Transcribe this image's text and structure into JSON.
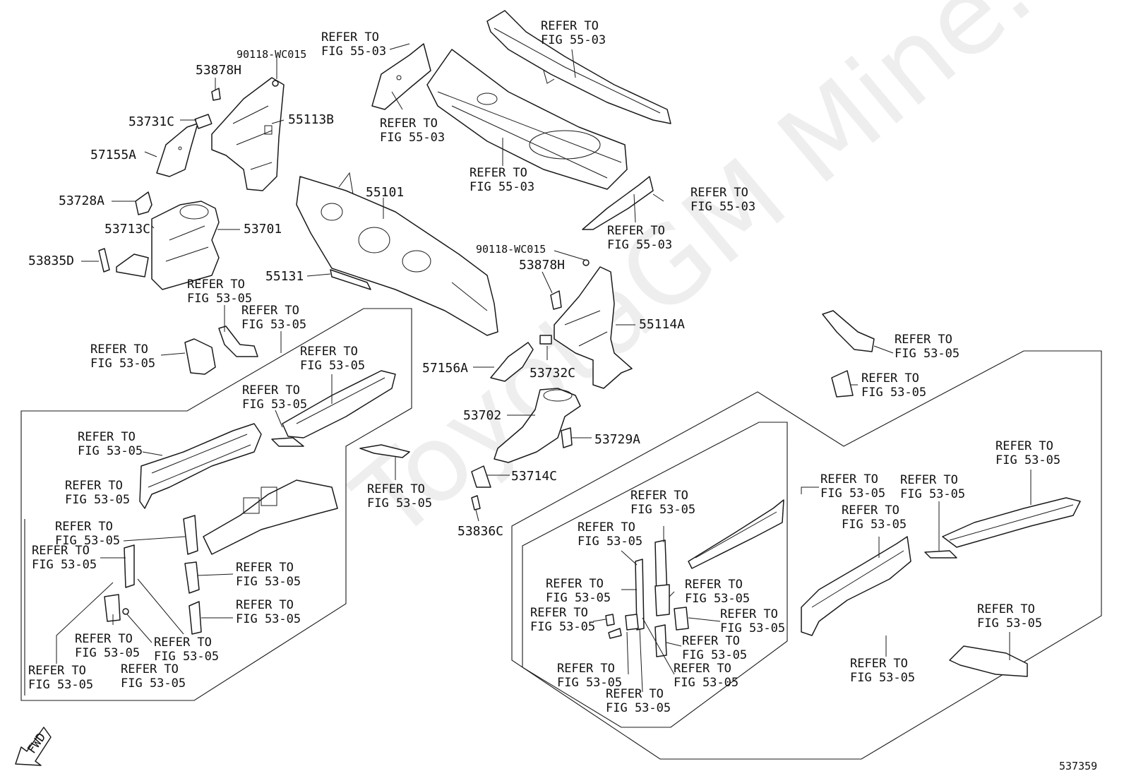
{
  "watermark": "ToyotaGM Mine.ru",
  "diagram_id": "537359",
  "fwd": "FWD",
  "refer": {
    "l1": "REFER TO",
    "f5303": "FIG 55-03",
    "f5305": "FIG 53-05"
  },
  "parts": {
    "p53878H_a": "53878H",
    "p90118_a": "90118-WC015",
    "p53731C": "53731C",
    "p55113B": "55113B",
    "p57155A": "57155A",
    "p53728A": "53728A",
    "p53713C": "53713C",
    "p53701": "53701",
    "p53835D": "53835D",
    "p55101": "55101",
    "p55131": "55131",
    "p90118_b": "90118-WC015",
    "p53878H_b": "53878H",
    "p55114A": "55114A",
    "p57156A": "57156A",
    "p53732C": "53732C",
    "p53702": "53702",
    "p53729A": "53729A",
    "p53714C": "53714C",
    "p53836C": "53836C"
  }
}
